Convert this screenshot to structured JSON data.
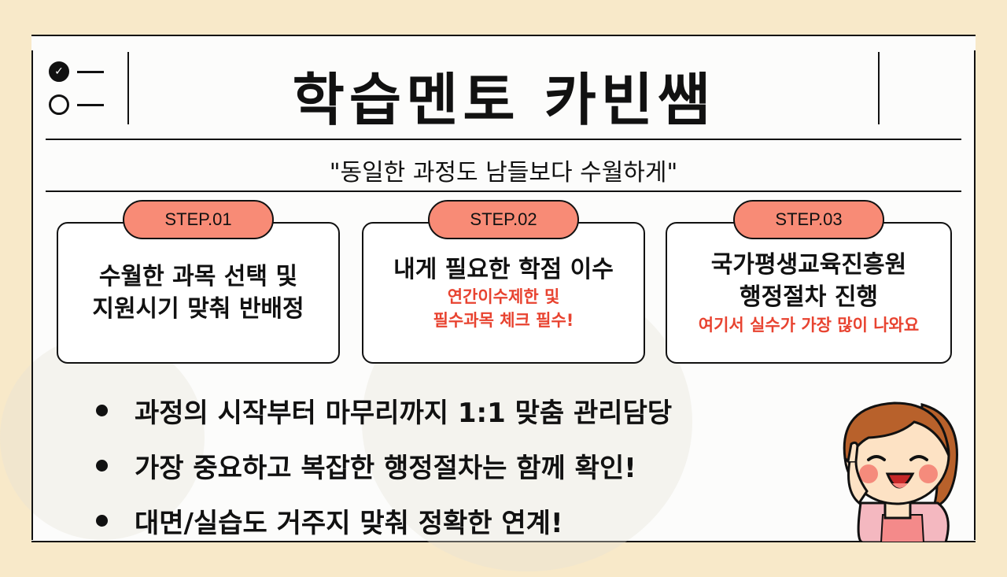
{
  "header": {
    "title": "학습멘토 카빈쌤",
    "checklist_icon": "checklist-icon"
  },
  "subtitle": "\"동일한 과정도 남들보다 수월하게\"",
  "steps": [
    {
      "label": "STEP.01",
      "main": [
        "수월한 과목 선택 및",
        "지원시기 맞춰 반배정"
      ],
      "note": []
    },
    {
      "label": "STEP.02",
      "main": [
        "내게 필요한 학점 이수"
      ],
      "note": [
        "연간이수제한 및",
        "필수과목 체크 필수!"
      ]
    },
    {
      "label": "STEP.03",
      "main": [
        "국가평생교육진흥원",
        "행정절차 진행"
      ],
      "note": [
        "여기서 실수가 가장 많이 나와요"
      ]
    }
  ],
  "bullets": [
    "과정의 시작부터 마무리까지 1:1 맞춤 관리담당",
    "가장 중요하고 복잡한 행정절차는 함께 확인!",
    "대면/실습도 거주지 맞춰 정확한 연계!"
  ],
  "colors": {
    "background": "#f8e9c9",
    "accent_pill": "#f88b76",
    "note_red": "#e84330"
  },
  "mascot": "girl-mascot-pointing"
}
